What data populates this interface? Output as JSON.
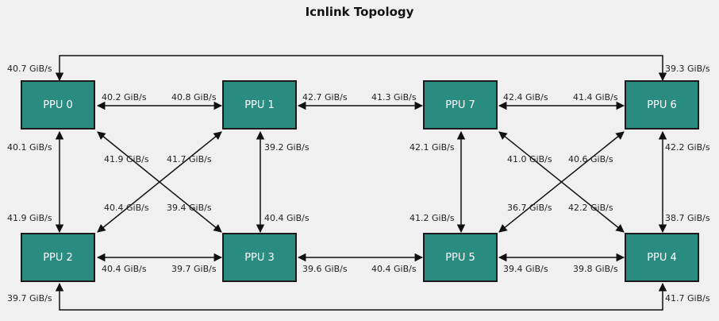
{
  "title": "Icnlink Topology",
  "nodes": {
    "ppu0": "PPU 0",
    "ppu1": "PPU 1",
    "ppu2": "PPU 2",
    "ppu3": "PPU 3",
    "ppu4": "PPU 4",
    "ppu5": "PPU 5",
    "ppu6": "PPU 6",
    "ppu7": "PPU 7"
  },
  "labels": {
    "top_left": "40.7 GiB/s",
    "top_right": "39.3 GiB/s",
    "bottom_left": "39.7 GiB/s",
    "bottom_right": "41.7 GiB/s",
    "p0_p1_a": "40.2 GiB/s",
    "p0_p1_b": "40.8 GiB/s",
    "p1_p7_a": "42.7 GiB/s",
    "p1_p7_b": "41.3 GiB/s",
    "p7_p6_a": "42.4 GiB/s",
    "p7_p6_b": "41.4 GiB/s",
    "p0_p2_a": "40.1 GiB/s",
    "p0_p2_b": "41.9 GiB/s",
    "p1_p3_a": "39.2 GiB/s",
    "p1_p3_b": "40.4 GiB/s",
    "p7_p5_a": "42.1 GiB/s",
    "p7_p5_b": "41.2 GiB/s",
    "p6_p4_a": "42.2 GiB/s",
    "p6_p4_b": "38.7 GiB/s",
    "x1_p0_p3": "41.9 GiB/s",
    "x1_p1_p2": "41.7 GiB/s",
    "x1_p2_p1": "40.4 GiB/s",
    "x1_p3_p0": "39.4 GiB/s",
    "x2_p7_p4": "41.0 GiB/s",
    "x2_p6_p5": "40.6 GiB/s",
    "x2_p5_p6": "36.7 GiB/s",
    "x2_p4_p7": "42.2 GiB/s",
    "p2_p3_a": "40.4 GiB/s",
    "p2_p3_b": "39.7 GiB/s",
    "p3_p5_a": "39.6 GiB/s",
    "p3_p5_b": "40.4 GiB/s",
    "p5_p4_a": "39.4 GiB/s",
    "p5_p4_b": "39.8 GiB/s"
  }
}
